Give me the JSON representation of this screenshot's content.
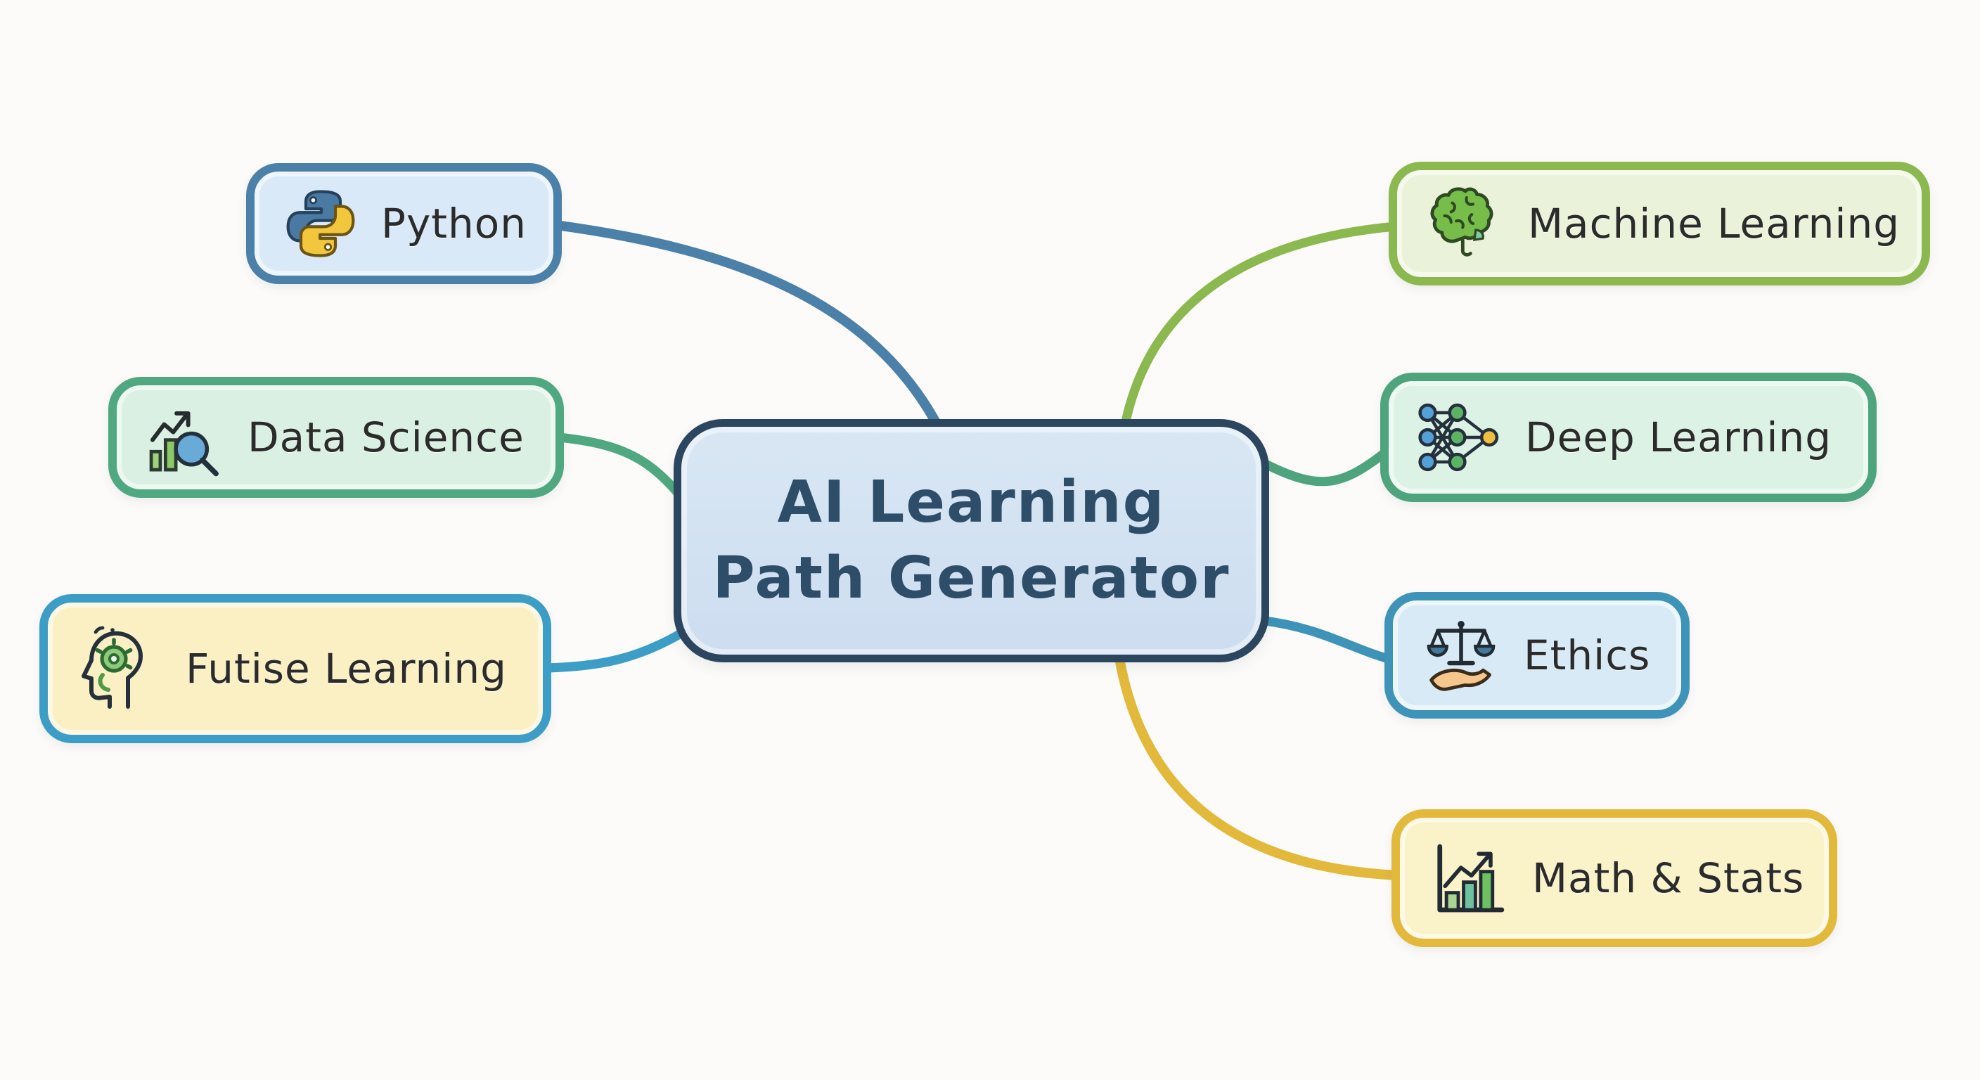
{
  "diagram": {
    "type": "mind-map",
    "background_color": "#fcfbf9",
    "center": {
      "line1": "AI Learning",
      "line2": "Path Generator",
      "fill": "#d3e2f2",
      "border_color": "#2c4660",
      "text_color": "#2e4d68"
    },
    "branches": {
      "python": {
        "label": "Python",
        "icon": "python-icon",
        "fill": "#d9e9f8",
        "border_color": "#4b80a8"
      },
      "data_science": {
        "label": "Data Science",
        "icon": "bar-chart-magnifier-icon",
        "fill": "#daf0e3",
        "border_color": "#4fa87f"
      },
      "future_learning": {
        "label": "Futise Learning",
        "icon": "head-gear-icon",
        "fill": "#faf0c3",
        "border_color": "#3c9ec6"
      },
      "machine_learning": {
        "label": "Machine Learning",
        "icon": "brain-icon",
        "fill": "#eaf3d9",
        "border_color": "#8cb94f"
      },
      "deep_learning": {
        "label": "Deep Learning",
        "icon": "neural-network-icon",
        "fill": "#dcf2e4",
        "border_color": "#4ea47d"
      },
      "ethics": {
        "label": "Ethics",
        "icon": "balance-scale-hand-icon",
        "fill": "#d8eaf5",
        "border_color": "#3e93b8"
      },
      "math_stats": {
        "label": "Math & Stats",
        "icon": "bar-chart-arrow-icon",
        "fill": "#faf2c8",
        "border_color": "#e2b93b"
      }
    },
    "connections": [
      {
        "from": "center",
        "to": "python",
        "color": "#4b80a8"
      },
      {
        "from": "center",
        "to": "data_science",
        "color": "#4fa87f"
      },
      {
        "from": "center",
        "to": "future_learning",
        "color": "#3c9ec6"
      },
      {
        "from": "center",
        "to": "machine_learning",
        "color": "#8cb94f"
      },
      {
        "from": "center",
        "to": "deep_learning",
        "color": "#4ea47d"
      },
      {
        "from": "center",
        "to": "ethics",
        "color": "#3e93b8"
      },
      {
        "from": "center",
        "to": "math_stats",
        "color": "#e2b93b"
      }
    ]
  }
}
